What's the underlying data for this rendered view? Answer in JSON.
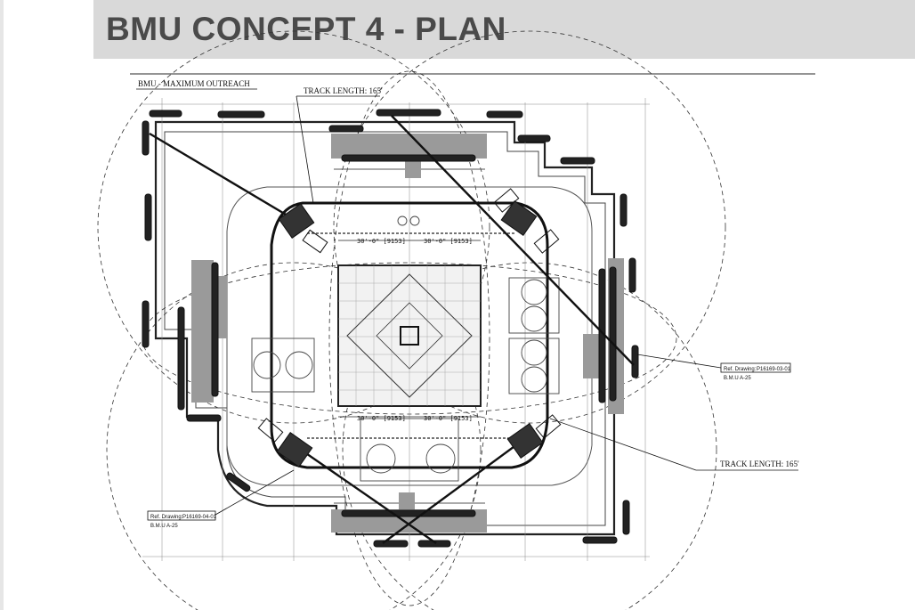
{
  "slide": {
    "title": "BMU CONCEPT 4 - PLAN"
  },
  "drawing": {
    "view_title": "BMU - MAXIMUM OUTREACH",
    "track_length_top": "TRACK LENGTH: 165'",
    "track_length_right": "TRACK LENGTH: 165'",
    "dim_top_left": "30'-0\" [9153]",
    "dim_top_right": "30'-0\" [9153]",
    "dim_bottom_left": "30'-0\" [9153]",
    "dim_bottom_right": "30'-0\" [9153]",
    "ref_right": {
      "label": "Ref. Drawing:",
      "number": "P16169-03-01",
      "sheet": "B.M.U A-25"
    },
    "ref_left": {
      "label": "Ref. Drawing:",
      "number": "P16169-04-01",
      "sheet": "B.M.U A-25"
    }
  },
  "colors": {
    "title_bar": "#d9d9d9",
    "title_text": "#4a4a4a",
    "linework": "#222222",
    "grey_fill": "#9a9a9a"
  }
}
